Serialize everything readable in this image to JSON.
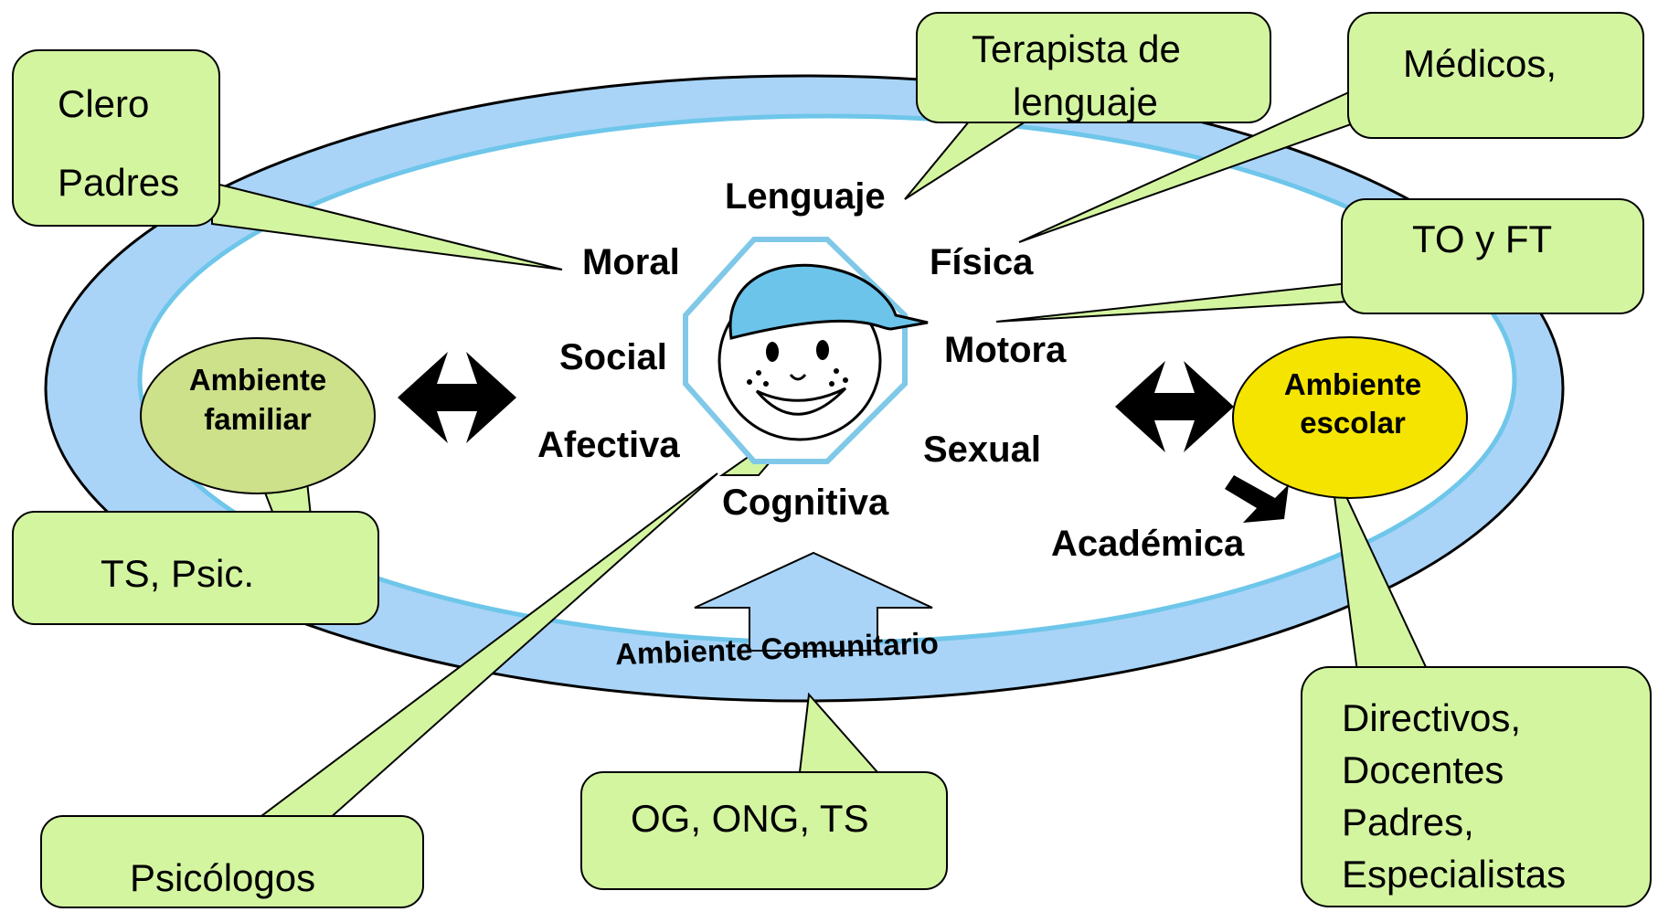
{
  "colors": {
    "ring_fill": "#a9d4f7",
    "ring_stroke": "#000000",
    "ring_inner": "#ffffff",
    "callout_fill": "#d4f5a0",
    "familiar_fill": "#cde08a",
    "escolar_fill": "#f5e400",
    "octagon_stroke": "#7fc8e8",
    "cap_fill": "#6cc4ea",
    "face_fill": "#ffffff",
    "arrow_fill": "#000000"
  },
  "diagram": {
    "dimensions": {
      "lenguaje": "Lenguaje",
      "moral": "Moral",
      "fisica": "Física",
      "social": "Social",
      "motora": "Motora",
      "afectiva": "Afectiva",
      "sexual": "Sexual",
      "cognitiva": "Cognitiva",
      "academica": "Académica"
    },
    "environments": {
      "familiar_line1": "Ambiente",
      "familiar_line2": "familiar",
      "escolar_line1": "Ambiente",
      "escolar_line2": "escolar",
      "comunitario": "Ambiente Comunitario"
    },
    "callouts": {
      "clero": "Clero",
      "padres": "Padres",
      "terapista_line1": "Terapista de",
      "terapista_line2": "lenguaje",
      "medicos": "Médicos,",
      "to_ft": "TO y FT",
      "ts_psic": "TS, Psic.",
      "og_ong": "OG, ONG, TS",
      "psicologos": "Psicólogos",
      "escolar_line1": "Directivos,",
      "escolar_line2": "Docentes",
      "escolar_line3": "Padres,",
      "escolar_line4": "Especialistas"
    },
    "icons": {
      "child": "child-face-icon",
      "left_arrow": "double-arrow-left-icon",
      "right_arrow": "double-arrow-right-icon",
      "down_arrow": "down-arrow-icon",
      "up_arrow": "up-block-arrow-icon"
    }
  }
}
